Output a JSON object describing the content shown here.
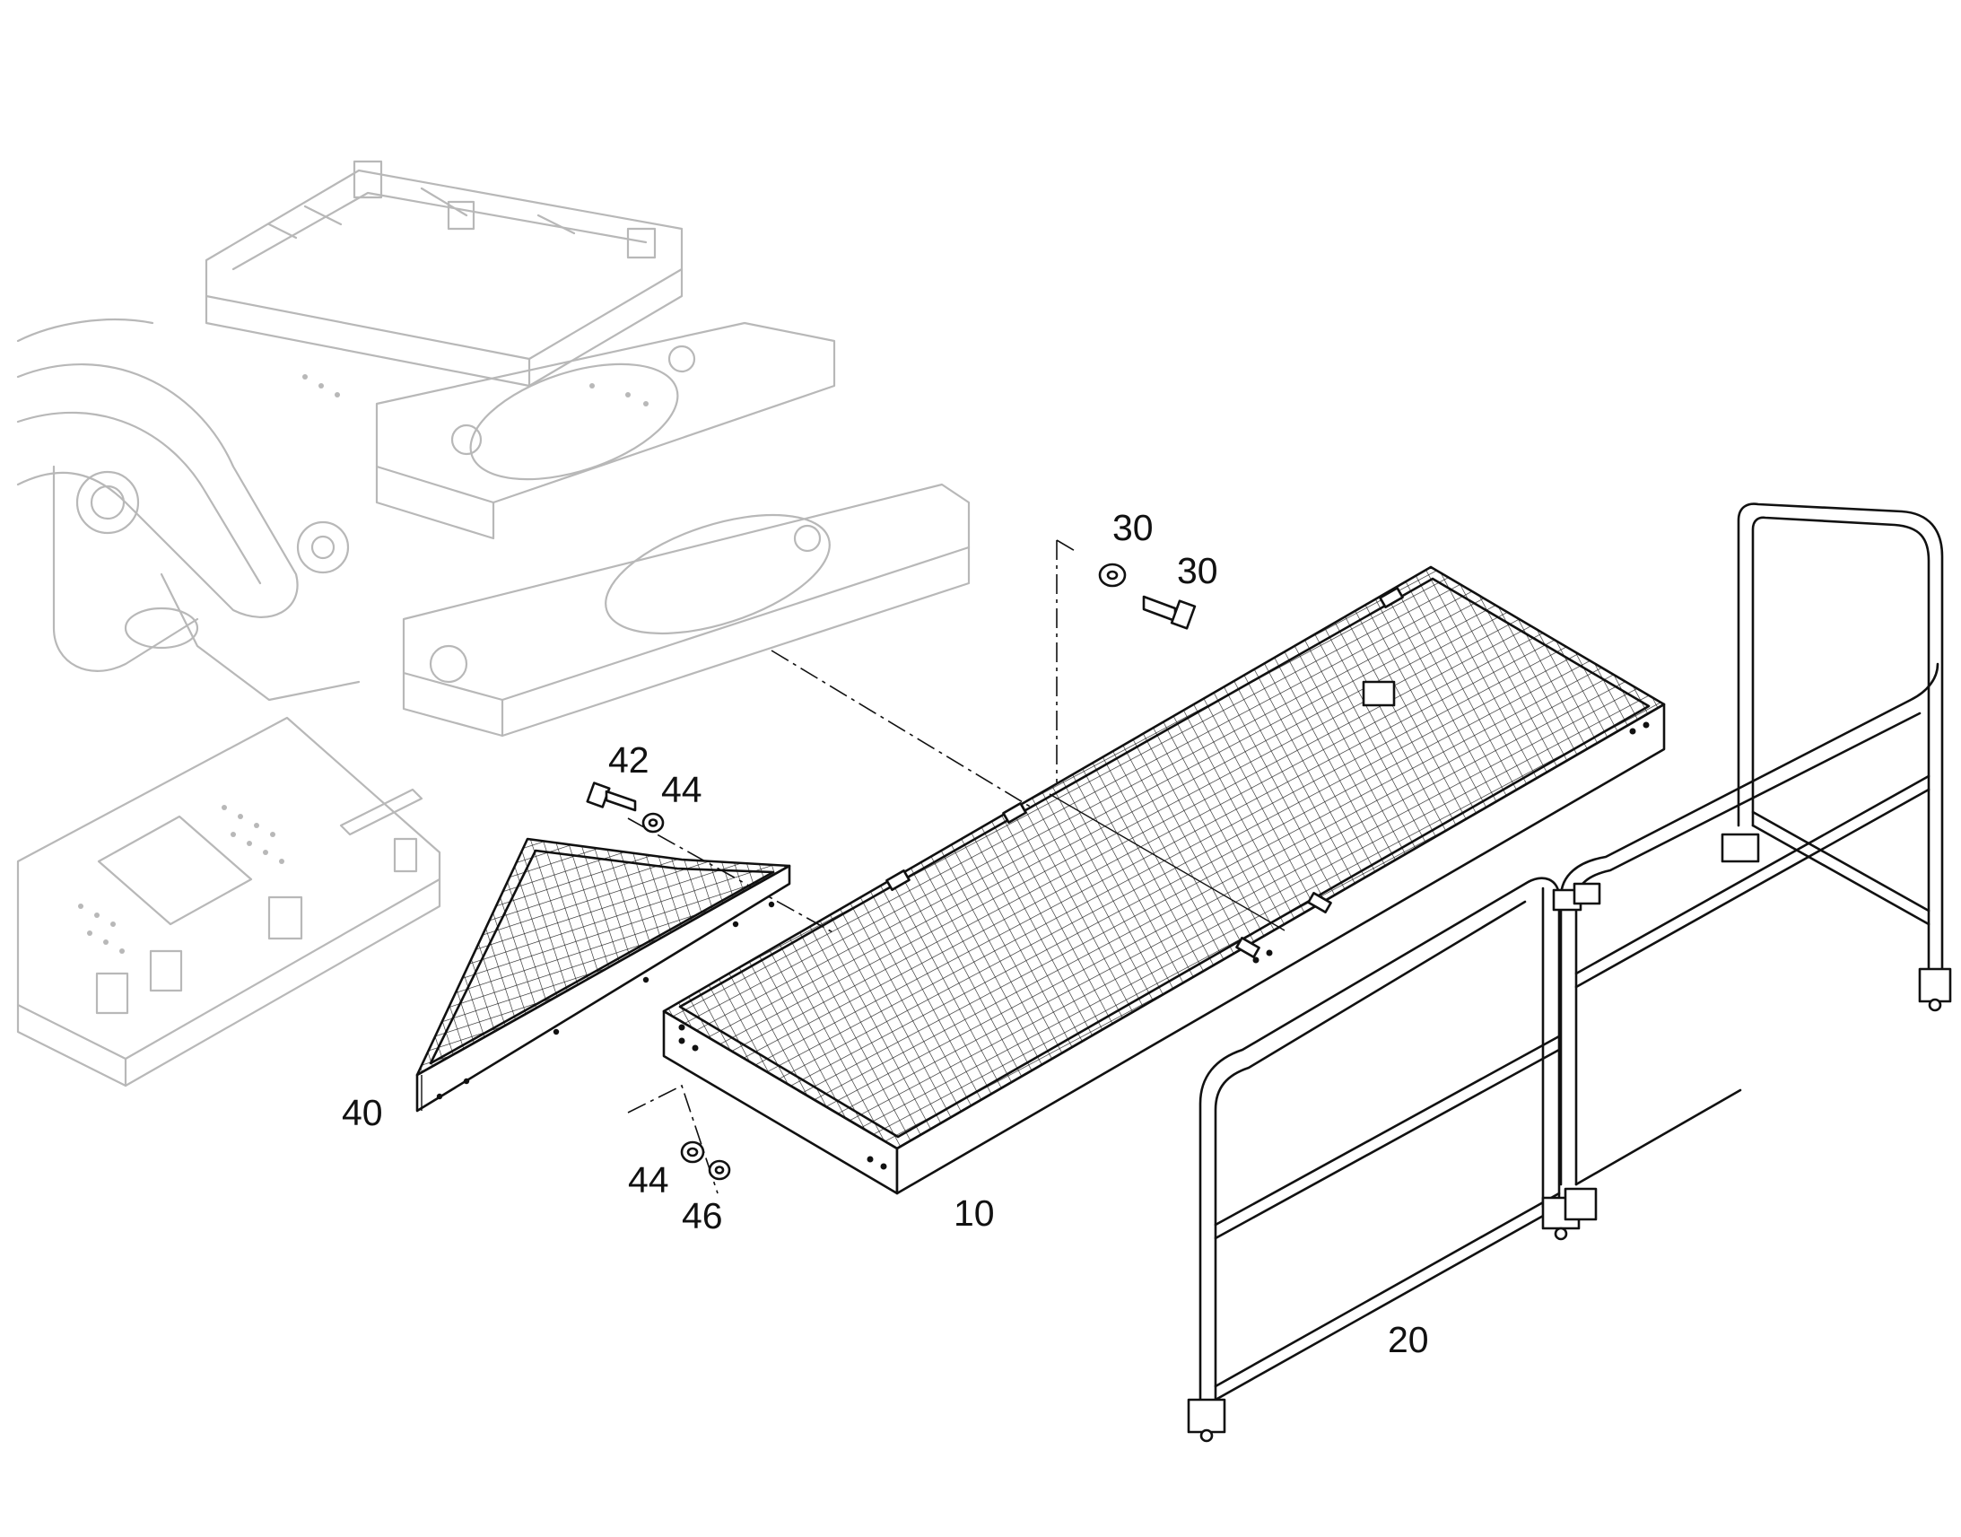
{
  "callouts": {
    "c10": "10",
    "c20": "20",
    "c30a": "30",
    "c30b": "30",
    "c40": "40",
    "c42": "42",
    "c44a": "44",
    "c44b": "44",
    "c46": "46"
  },
  "colors": {
    "ink": "#111111",
    "ghost_frame": "#b8b8b8",
    "background": "#ffffff"
  }
}
